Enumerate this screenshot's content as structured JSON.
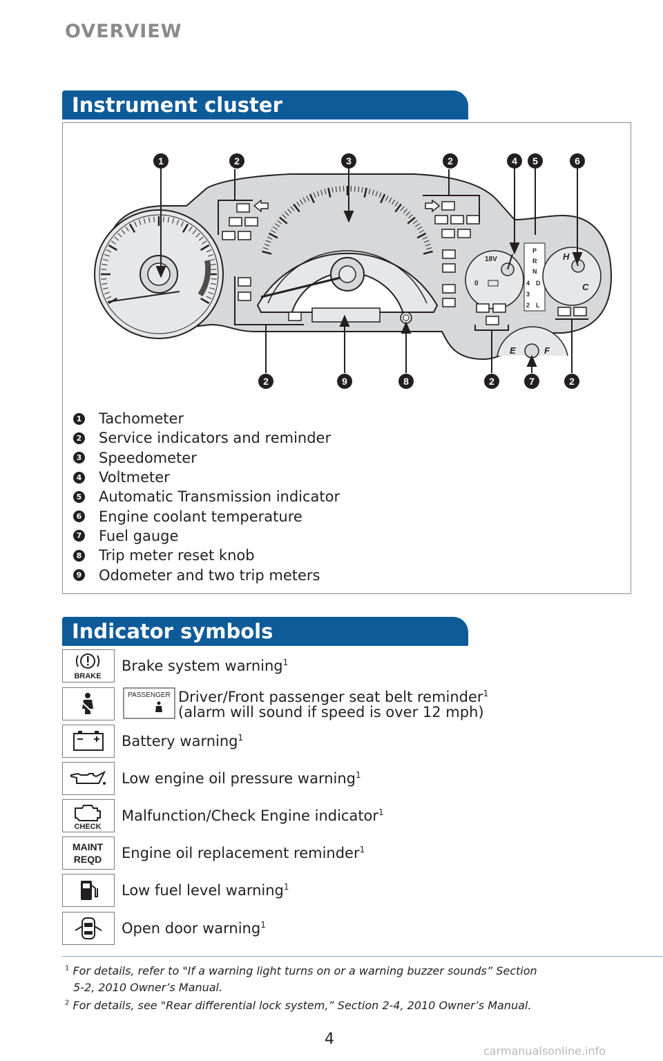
{
  "page": {
    "section_label": "OVERVIEW",
    "page_number": "4",
    "watermark": "carmanualsonline.info"
  },
  "instrument_cluster": {
    "title": "Instrument cluster",
    "gauge_labels": {
      "voltmeter_high": "18V",
      "voltmeter_low": "0",
      "gear_p": "P",
      "gear_r": "R",
      "gear_n": "N",
      "gear_4": "4",
      "gear_d": "D",
      "gear_3": "3",
      "gear_2": "2",
      "gear_l": "L",
      "temp_hot": "H",
      "temp_cold": "C",
      "fuel_empty": "E",
      "fuel_full": "F"
    },
    "callouts": [
      "1",
      "2",
      "3",
      "2",
      "4",
      "5",
      "6",
      "2",
      "9",
      "8",
      "2",
      "7",
      "2"
    ],
    "legend": [
      {
        "num": "1",
        "label": "Tachometer"
      },
      {
        "num": "2",
        "label": "Service indicators and reminder"
      },
      {
        "num": "3",
        "label": "Speedometer"
      },
      {
        "num": "4",
        "label": "Voltmeter"
      },
      {
        "num": "5",
        "label": "Automatic Transmission indicator"
      },
      {
        "num": "6",
        "label": "Engine coolant temperature"
      },
      {
        "num": "7",
        "label": "Fuel gauge"
      },
      {
        "num": "8",
        "label": "Trip meter reset knob"
      },
      {
        "num": "9",
        "label": "Odometer and two trip meters"
      }
    ]
  },
  "indicator_symbols": {
    "title": "Indicator symbols",
    "items": [
      {
        "icon": "brake-warning-icon",
        "icon_text": "BRAKE",
        "label": "Brake system warning",
        "sup": "1"
      },
      {
        "icon": "seatbelt-icon",
        "icon_text": "PASSENGER",
        "label": "Driver/Front passenger seat belt reminder",
        "sup": "1",
        "label2": "(alarm will sound if speed is over 12 mph)"
      },
      {
        "icon": "battery-icon",
        "icon_text": "",
        "label": "Battery warning",
        "sup": "1"
      },
      {
        "icon": "oil-can-icon",
        "icon_text": "",
        "label": "Low engine oil pressure warning",
        "sup": "1"
      },
      {
        "icon": "check-engine-icon",
        "icon_text": "CHECK",
        "label": "Malfunction/Check Engine indicator",
        "sup": "1"
      },
      {
        "icon": "maint-reqd-icon",
        "icon_text": "MAINT REQD",
        "label": "Engine oil replacement reminder",
        "sup": "1"
      },
      {
        "icon": "fuel-pump-icon",
        "icon_text": "",
        "label": "Low fuel level warning",
        "sup": "1"
      },
      {
        "icon": "open-door-icon",
        "icon_text": "",
        "label": "Open door warning",
        "sup": "1"
      }
    ]
  },
  "footnotes": [
    {
      "sup": "1",
      "line1": "For details, refer to \"If a warning light turns on or a warning buzzer sounds” Section",
      "line2": "5-2, 2010 Owner’s Manual."
    },
    {
      "sup": "2",
      "line1": "For details, see \"Rear differential lock system,” Section 2-4, 2010 Owner’s Manual."
    }
  ],
  "colors": {
    "header_blue": "#0e5b9a",
    "cluster_gray": "#d7d8d9",
    "gauge_face": "#e6e7e8",
    "ink": "#231f20",
    "red_zone": "#4d4d4d"
  }
}
